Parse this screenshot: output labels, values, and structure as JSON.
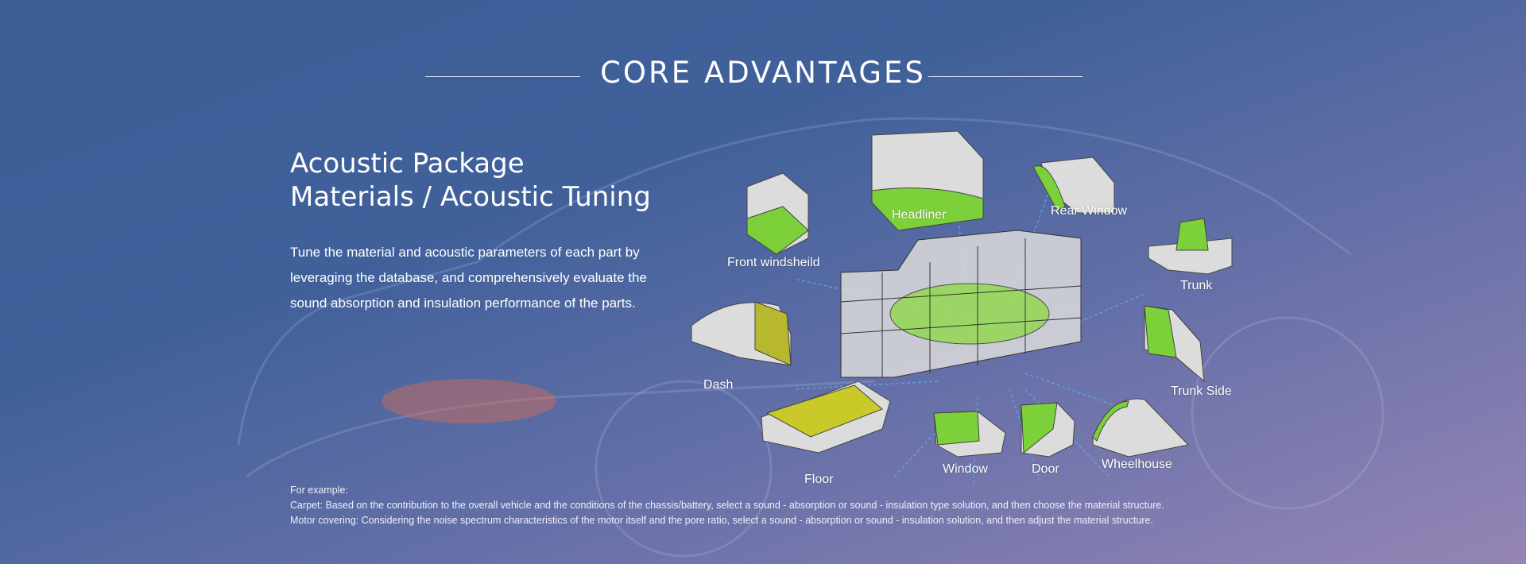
{
  "section_title": "CORE ADVANTAGES",
  "heading": {
    "line1": "Acoustic Package",
    "line2": "Materials / Acoustic Tuning"
  },
  "description": "Tune the material and acoustic parameters of each part by leveraging the database, and comprehensively evaluate the sound absorption and insulation performance of the parts.",
  "diagram_labels": {
    "headliner": "Headliner",
    "rear_window": "Rear Window",
    "front_windshield": "Front windsheild",
    "trunk": "Trunk",
    "dash": "Dash",
    "trunk_side": "Trunk Side",
    "floor": "Floor",
    "window": "Window",
    "door": "Door",
    "wheelhouse": "Wheelhouse"
  },
  "footnote": {
    "intro": "For example:",
    "carpet": "Carpet: Based on the contribution to the overall vehicle and the conditions of the chassis/battery, select a sound - absorption or sound - insulation type solution, and then choose the material structure.",
    "motor": "Motor covering: Considering the noise spectrum characteristics of the motor itself and the pore ratio, select a sound - absorption or sound - insulation solution, and then adjust the material structure."
  },
  "colors": {
    "accent_green": "#7cd13a",
    "panel_gray": "#d9d9d9",
    "arrow_blue": "#5aa6e6"
  }
}
